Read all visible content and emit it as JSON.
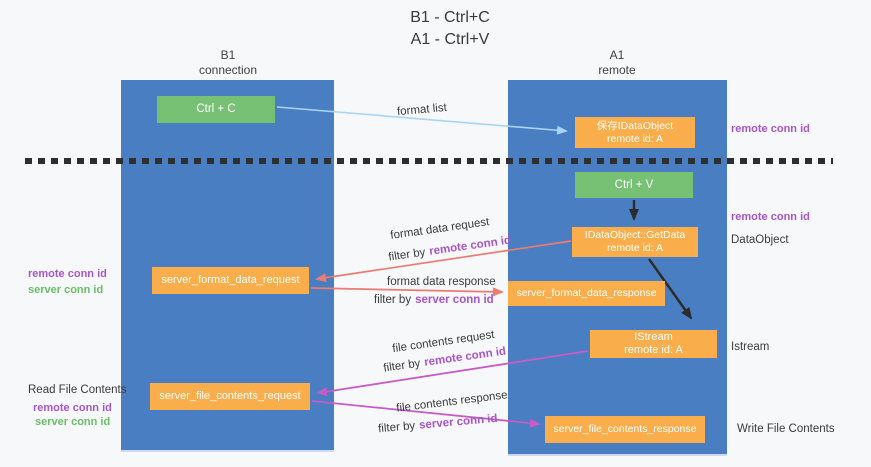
{
  "title": {
    "line1": "B1 - Ctrl+C",
    "line2": "A1 - Ctrl+V"
  },
  "lanes": {
    "left": {
      "name": "B1",
      "role": "connection"
    },
    "right": {
      "name": "A1",
      "role": "remote"
    }
  },
  "nodes": {
    "ctrl_c": {
      "label": "Ctrl + C"
    },
    "ctrl_v": {
      "label": "Ctrl + V"
    },
    "save_dataobject": {
      "line1": "保存IDataObject",
      "line2": "remote id: A"
    },
    "getdata": {
      "line1": "IDataObject::GetData",
      "line2": "remote id: A"
    },
    "istream": {
      "line1": "IStream",
      "line2": "remote id: A"
    },
    "format_request": {
      "label": "server_format_data_request"
    },
    "format_response": {
      "label": "server_format_data_response"
    },
    "file_request": {
      "label": "server_file_contents_request"
    },
    "file_response": {
      "label": "server_file_contents_response"
    }
  },
  "arrow_labels": {
    "format_list": "format list",
    "format_data_request": "format data request",
    "format_data_request_filter": {
      "prefix": "filter by",
      "highlight": "remote conn id"
    },
    "format_data_response": "format data response",
    "format_data_response_filter": {
      "prefix": "filter by",
      "highlight": "server conn id"
    },
    "file_contents_request": "file contents request",
    "file_contents_request_filter": {
      "prefix": "filter by",
      "highlight": "remote conn id"
    },
    "file_contents_response": "file contents response",
    "file_contents_response_filter": {
      "prefix": "filter by",
      "highlight": "server conn id"
    }
  },
  "side_labels": {
    "right_remote_conn_top": "remote conn id",
    "right_remote_conn_mid": "remote conn id",
    "right_dataobject": "DataObject",
    "right_istream": "Istream",
    "right_write_file": "Write File Contents",
    "left_remote_conn_1": "remote conn id",
    "left_server_conn_1": "server conn id",
    "left_read_file": "Read File Contents",
    "left_remote_conn_2": "remote conn id",
    "left_server_conn_2": "server conn id"
  },
  "colors": {
    "lane_blue": "#4a7ec2",
    "node_orange": "#f9ae4b",
    "node_green": "#77c175",
    "arrow_light_blue": "#a9d5f5",
    "arrow_salmon": "#ec7b72",
    "arrow_magenta": "#c75bc7",
    "arrow_black": "#2b2b2b",
    "text_purple": "#a855c8",
    "text_green": "#68bf67",
    "dashed_line": "#2e2e2e"
  }
}
